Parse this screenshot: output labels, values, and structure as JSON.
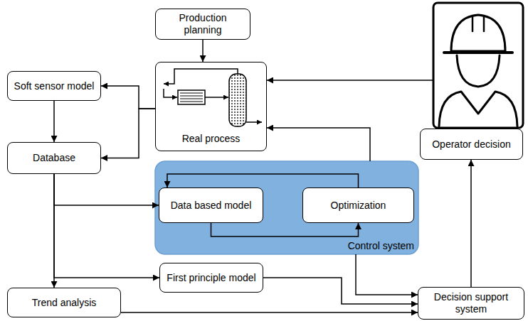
{
  "diagram": {
    "nodes": [
      {
        "text": [
          "Production planning"
        ]
      },
      {
        "text": [
          "Real process"
        ]
      },
      {
        "text": [
          "Soft sensor model"
        ]
      },
      {
        "text": [
          "Operator decision"
        ]
      },
      {
        "text": [
          "Database"
        ]
      },
      {
        "text": [
          "Control system"
        ]
      },
      {
        "text": [
          "Data based model"
        ],
        "in": 5
      },
      {
        "text": [
          "Optimization"
        ],
        "in": 5
      },
      {
        "text": [
          "First principle model"
        ]
      },
      {
        "text": [
          "Trend analysis"
        ]
      },
      {
        "text": [
          "Decision support system"
        ]
      }
    ],
    "edges": [
      {
        "from": 0,
        "to": 1,
        "arrow": "to"
      },
      {
        "from": 1,
        "to": 2,
        "arrow": "to"
      },
      {
        "from": 1,
        "to": 4,
        "arrow": "to"
      },
      {
        "from": 2,
        "to": 4,
        "arrow": "to"
      },
      {
        "from": 4,
        "to": 6,
        "arrow": "to"
      },
      {
        "from": 4,
        "to": 8,
        "arrow": "to"
      },
      {
        "from": 4,
        "to": 9,
        "arrow": "to"
      },
      {
        "from": 7,
        "to": 6,
        "arrow": "to"
      },
      {
        "from": 6,
        "to": 7,
        "arrow": "to"
      },
      {
        "from": 5,
        "to": 1,
        "arrow": "to"
      },
      {
        "from": 5,
        "to": 10,
        "arrow": "to"
      },
      {
        "from": 8,
        "to": 10,
        "arrow": "to"
      },
      {
        "from": 9,
        "to": 10,
        "arrow": "to"
      },
      {
        "from": 10,
        "to": 3,
        "arrow": "to"
      },
      {
        "from": 3,
        "to": 1,
        "arrow": "to"
      }
    ]
  }
}
